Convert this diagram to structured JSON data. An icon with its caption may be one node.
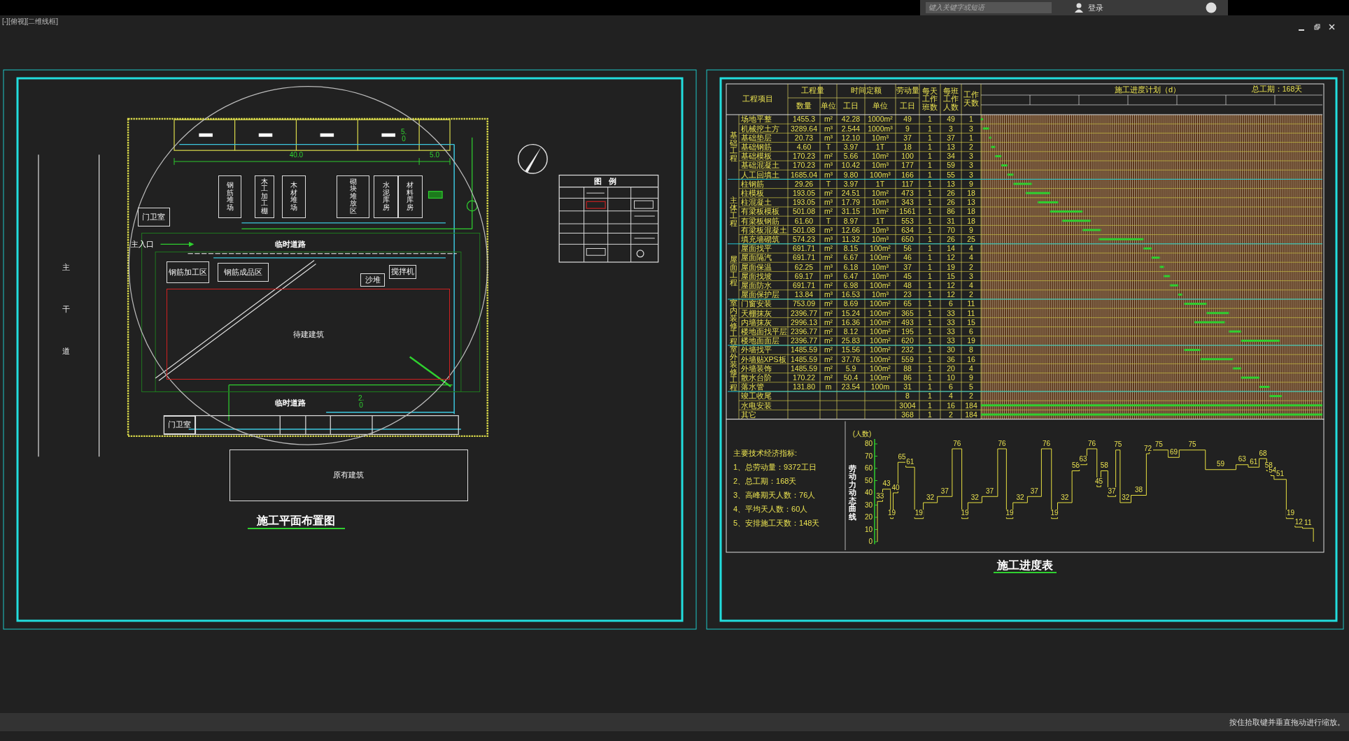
{
  "diagram": {
    "title": "施工平面布置图",
    "nodes": [
      {
        "text": [
          "门卫室"
        ]
      },
      {
        "text": [
          "钢筋堆场"
        ]
      },
      {
        "text": [
          "木工加工棚"
        ]
      },
      {
        "text": [
          "木材堆场"
        ]
      },
      {
        "text": [
          "砌块堆放区"
        ]
      },
      {
        "text": [
          "水泥库房"
        ]
      },
      {
        "text": [
          "材料库房"
        ]
      },
      {
        "text": [
          "钢筋加工区"
        ]
      },
      {
        "text": [
          "钢筋成品区"
        ]
      },
      {
        "text": [
          "沙堆"
        ]
      },
      {
        "text": [
          "搅拌机"
        ]
      },
      {
        "text": [
          "待建建筑"
        ]
      },
      {
        "text": [
          "门卫室"
        ]
      },
      {
        "text": [
          "原有建筑"
        ]
      }
    ],
    "labels": [
      "[-][俯视][二维线框]",
      "键入关键字或短语",
      "登录",
      "主干道",
      "主入口",
      "临时道路",
      "40.0",
      "5.0",
      "5.0",
      "临时道路",
      "2.0",
      "图例",
      "工程项目",
      "工程量",
      "时间定额",
      "劳动量",
      "每天工作班数",
      "每班工作人数",
      "工作天数",
      "施工进度计划（d）",
      "总工期：168天",
      "数量",
      "单位",
      "工日",
      "单位",
      "工日",
      "基础工程",
      "场地平整",
      "1455.3",
      "m²",
      "42.28",
      "1000m²",
      "49",
      "1",
      "49",
      "1",
      "机械挖土方",
      "3289.64",
      "m³",
      "2.544",
      "1000m³",
      "9",
      "1",
      "3",
      "3",
      "基础垫层",
      "20.73",
      "m³",
      "12.10",
      "10m³",
      "37",
      "1",
      "37",
      "1",
      "基础钢筋",
      "4.60",
      "T",
      "3.97",
      "1T",
      "18",
      "1",
      "13",
      "2",
      "基础模板",
      "170.23",
      "m²",
      "5.66",
      "10m²",
      "100",
      "1",
      "34",
      "3",
      "基础混凝土",
      "170.23",
      "m³",
      "10.42",
      "10m³",
      "177",
      "1",
      "59",
      "3",
      "人工回填土",
      "1685.04",
      "m³",
      "9.80",
      "100m³",
      "166",
      "1",
      "55",
      "3",
      "主体工程",
      "柱钢筋",
      "29.26",
      "T",
      "3.97",
      "1T",
      "117",
      "1",
      "13",
      "9",
      "柱模板",
      "193.05",
      "m²",
      "24.51",
      "10m²",
      "473",
      "1",
      "26",
      "18",
      "柱混凝土",
      "193.05",
      "m³",
      "17.79",
      "10m³",
      "343",
      "1",
      "26",
      "13",
      "有梁板模板",
      "501.08",
      "m²",
      "31.15",
      "10m²",
      "1561",
      "1",
      "86",
      "18",
      "有梁板钢筋",
      "61.60",
      "T",
      "8.97",
      "1T",
      "553",
      "1",
      "31",
      "18",
      "有梁板混凝土",
      "501.08",
      "m³",
      "12.66",
      "10m³",
      "634",
      "1",
      "70",
      "9",
      "填充墙砌筑",
      "574.23",
      "m³",
      "11.32",
      "10m³",
      "650",
      "1",
      "26",
      "25",
      "屋面工程",
      "屋面找平",
      "691.71",
      "m²",
      "8.15",
      "100m²",
      "56",
      "1",
      "14",
      "4",
      "屋面隔汽",
      "691.71",
      "m²",
      "6.67",
      "100m²",
      "46",
      "1",
      "12",
      "4",
      "屋面保温",
      "62.25",
      "m³",
      "6.18",
      "10m³",
      "37",
      "1",
      "19",
      "2",
      "屋面找坡",
      "69.17",
      "m³",
      "6.47",
      "10m³",
      "45",
      "1",
      "15",
      "3",
      "屋面防水",
      "691.71",
      "m²",
      "6.98",
      "100m²",
      "48",
      "1",
      "12",
      "4",
      "屋面保护层",
      "13.84",
      "m³",
      "16.53",
      "10m³",
      "23",
      "1",
      "12",
      "2",
      "室内装修工程",
      "门窗安装",
      "753.09",
      "m²",
      "8.69",
      "100m²",
      "65",
      "1",
      "6",
      "11",
      "天棚抹灰",
      "2396.77",
      "m²",
      "15.24",
      "100m²",
      "365",
      "1",
      "33",
      "11",
      "内墙抹灰",
      "2996.13",
      "m²",
      "16.36",
      "100m²",
      "493",
      "1",
      "33",
      "15",
      "楼地面找平层",
      "2396.77",
      "m²",
      "8.12",
      "100m²",
      "195",
      "1",
      "33",
      "6",
      "楼地面面层",
      "2396.77",
      "m²",
      "25.83",
      "100m²",
      "620",
      "1",
      "33",
      "19",
      "室外装修工程",
      "外墙找平",
      "1485.59",
      "m²",
      "15.56",
      "100m²",
      "232",
      "1",
      "30",
      "8",
      "外墙贴XPS板",
      "1485.59",
      "m²",
      "37.76",
      "100m²",
      "559",
      "1",
      "36",
      "16",
      "外墙装饰",
      "1485.59",
      "m²",
      "5.9",
      "100m²",
      "88",
      "1",
      "20",
      "4",
      "散水台阶",
      "170.22",
      "m²",
      "50.4",
      "100m²",
      "86",
      "1",
      "10",
      "9",
      "落水管",
      "131.80",
      "m",
      "23.54",
      "100m",
      "31",
      "1",
      "6",
      "5",
      "竣工收尾",
      "8",
      "1",
      "4",
      "2",
      "水电安装",
      "3004",
      "1",
      "16",
      "184",
      "其它",
      "368",
      "1",
      "2",
      "184",
      "主要技术经济指标:",
      "1、总劳动量：9372工日",
      "2、总工期：168天",
      "3、高峰期天人数：76人",
      "4、平均天人数：60人",
      "5、安排施工天数：148天",
      "(人数)",
      "80",
      "70",
      "60",
      "50",
      "40",
      "30",
      "20",
      "10",
      "0",
      "劳动力动态曲线",
      "33",
      "43",
      "19",
      "40",
      "65",
      "61",
      "19",
      "32",
      "37",
      "76",
      "19",
      "32",
      "37",
      "76",
      "19",
      "32",
      "37",
      "76",
      "19",
      "32",
      "58",
      "63",
      "76",
      "45",
      "58",
      "37",
      "75",
      "32",
      "38",
      "72",
      "75",
      "69",
      "75",
      "59",
      "63",
      "61",
      "68",
      "58",
      "54",
      "51",
      "19",
      "12",
      "11",
      "施工进度表",
      "按住拾取键并垂直拖动进行缩放。"
    ]
  }
}
